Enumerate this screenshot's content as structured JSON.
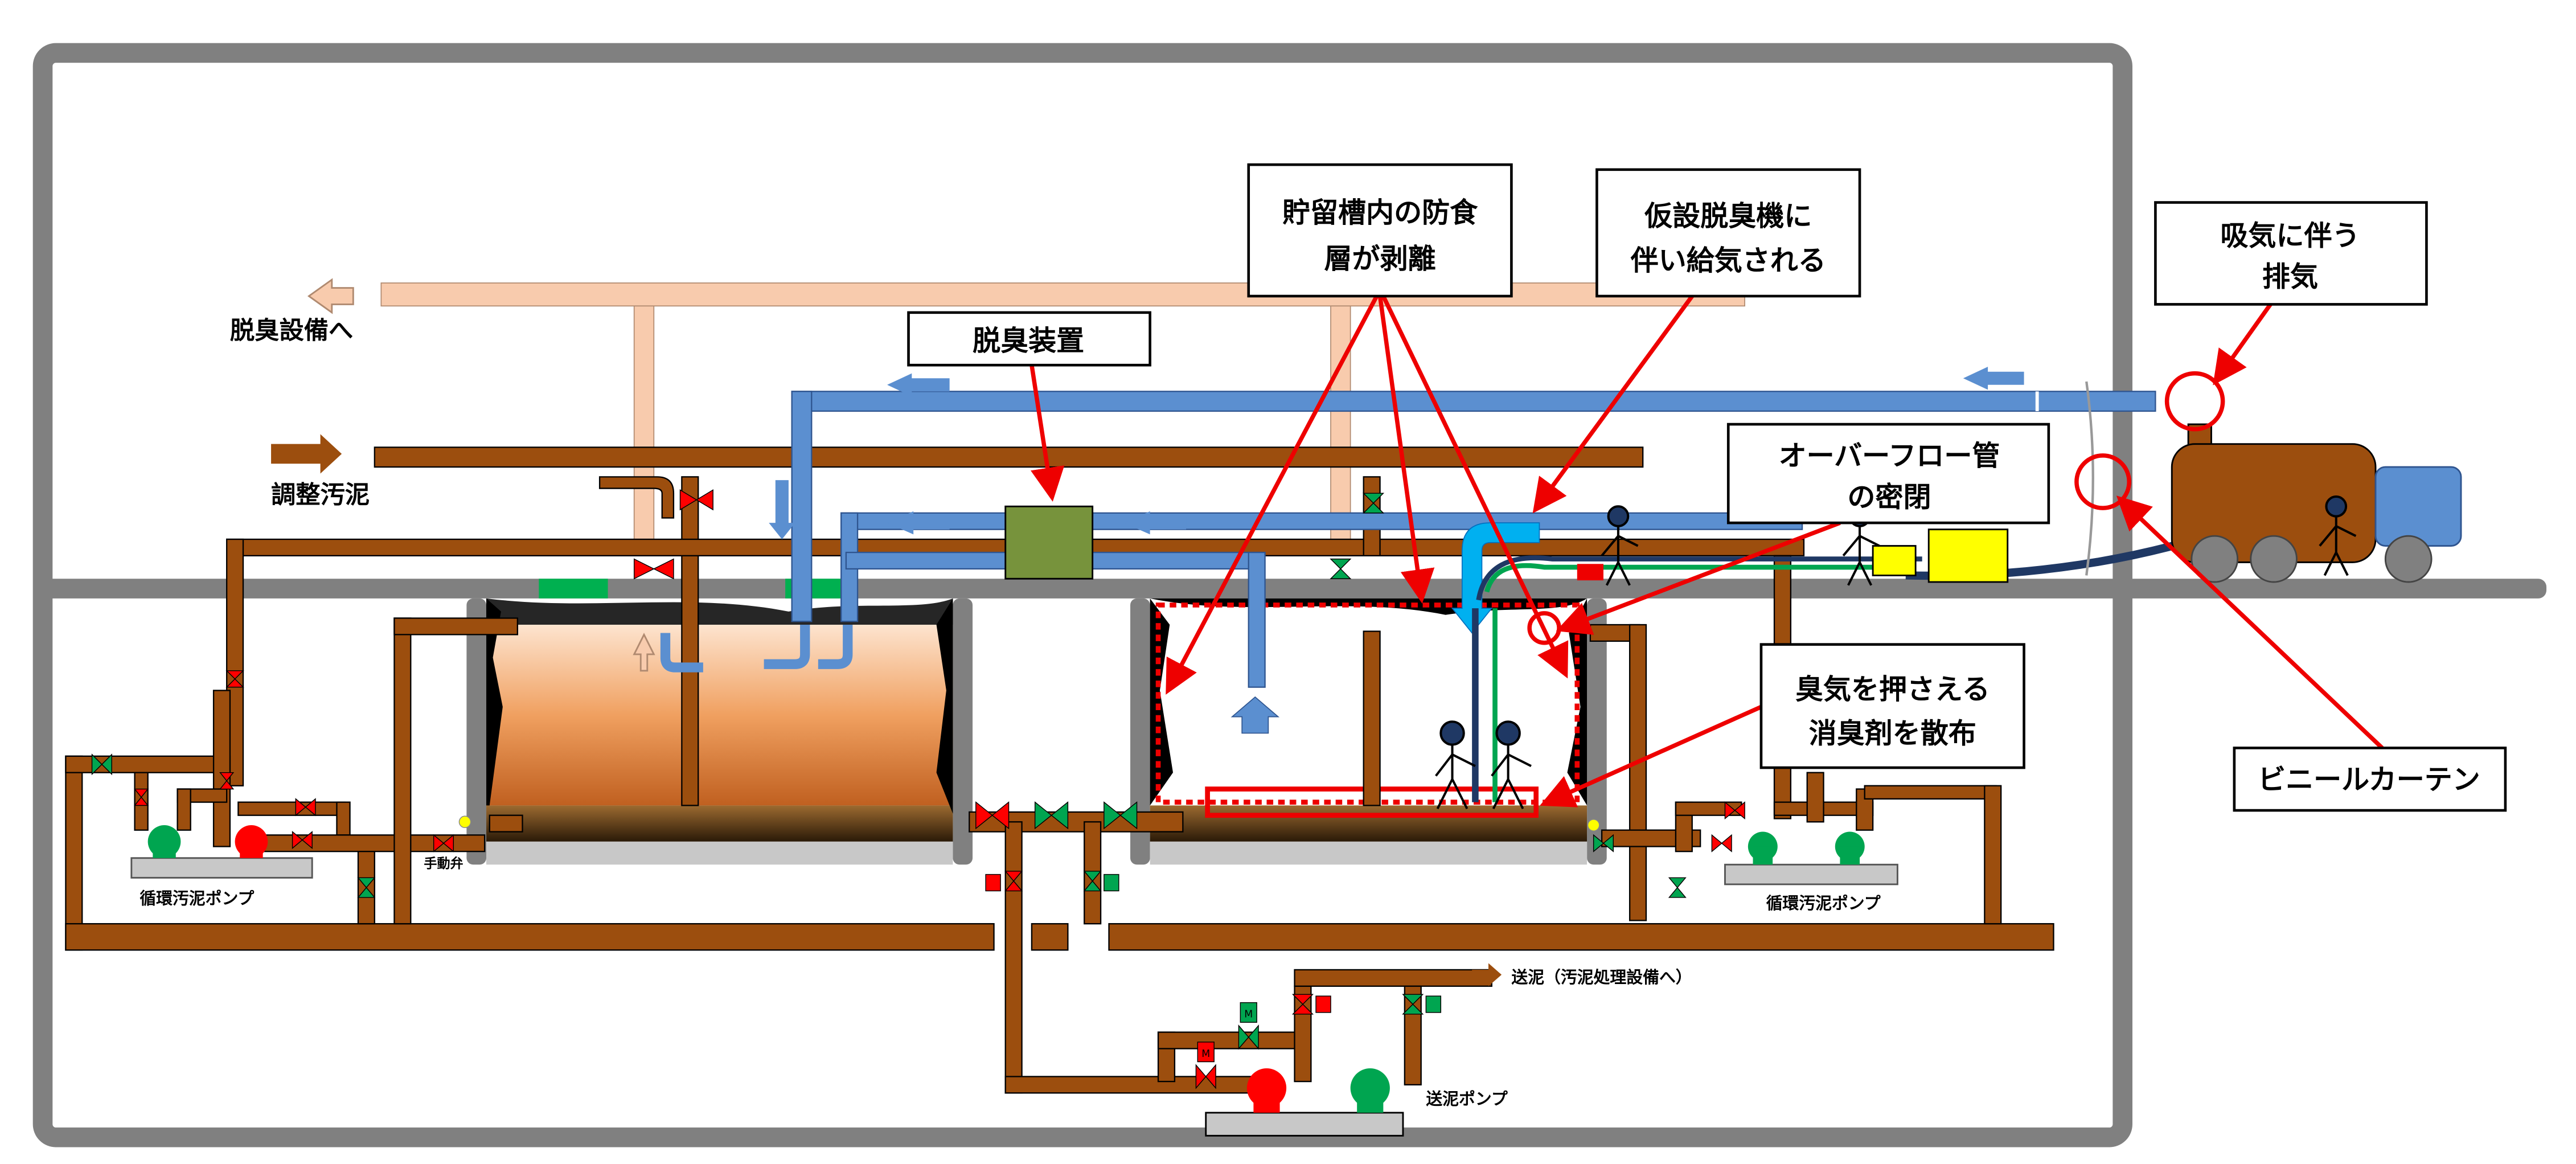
{
  "labels": {
    "deodorize_dest": "脱臭設備へ",
    "adjust_sludge": "調整汚泥",
    "manual_valve": "手動弁",
    "circ_pump_left": "循環汚泥ポンプ",
    "circ_pump_right": "循環汚泥ポンプ",
    "send_sludge": "送泥（汚泥処理設備へ）",
    "send_pump": "送泥ポンプ",
    "motor": "M"
  },
  "callouts": {
    "deodorizer": "脱臭装置",
    "peeling": [
      "貯留槽内の防食",
      "層が剥離"
    ],
    "supply_air": [
      "仮設脱臭機に",
      "伴い給気される"
    ],
    "exhaust": [
      "吸気に伴う",
      "排気"
    ],
    "overflow": [
      "オーバーフロー管",
      "の密閉"
    ],
    "deodorant": [
      "臭気を押さえる",
      "消臭剤を散布"
    ],
    "curtain": "ビニールカーテン"
  },
  "colors": {
    "sludge_pipe": "#9c4e0e",
    "air_pipe": "#5b8fd0",
    "exhaust_pipe": "#f8cbad",
    "callout_arrow": "#ee0000",
    "valve_open": "#00a550",
    "valve_closed": "#ff0000",
    "deodorizer_unit": "#77933c",
    "building_wall": "#808080"
  }
}
